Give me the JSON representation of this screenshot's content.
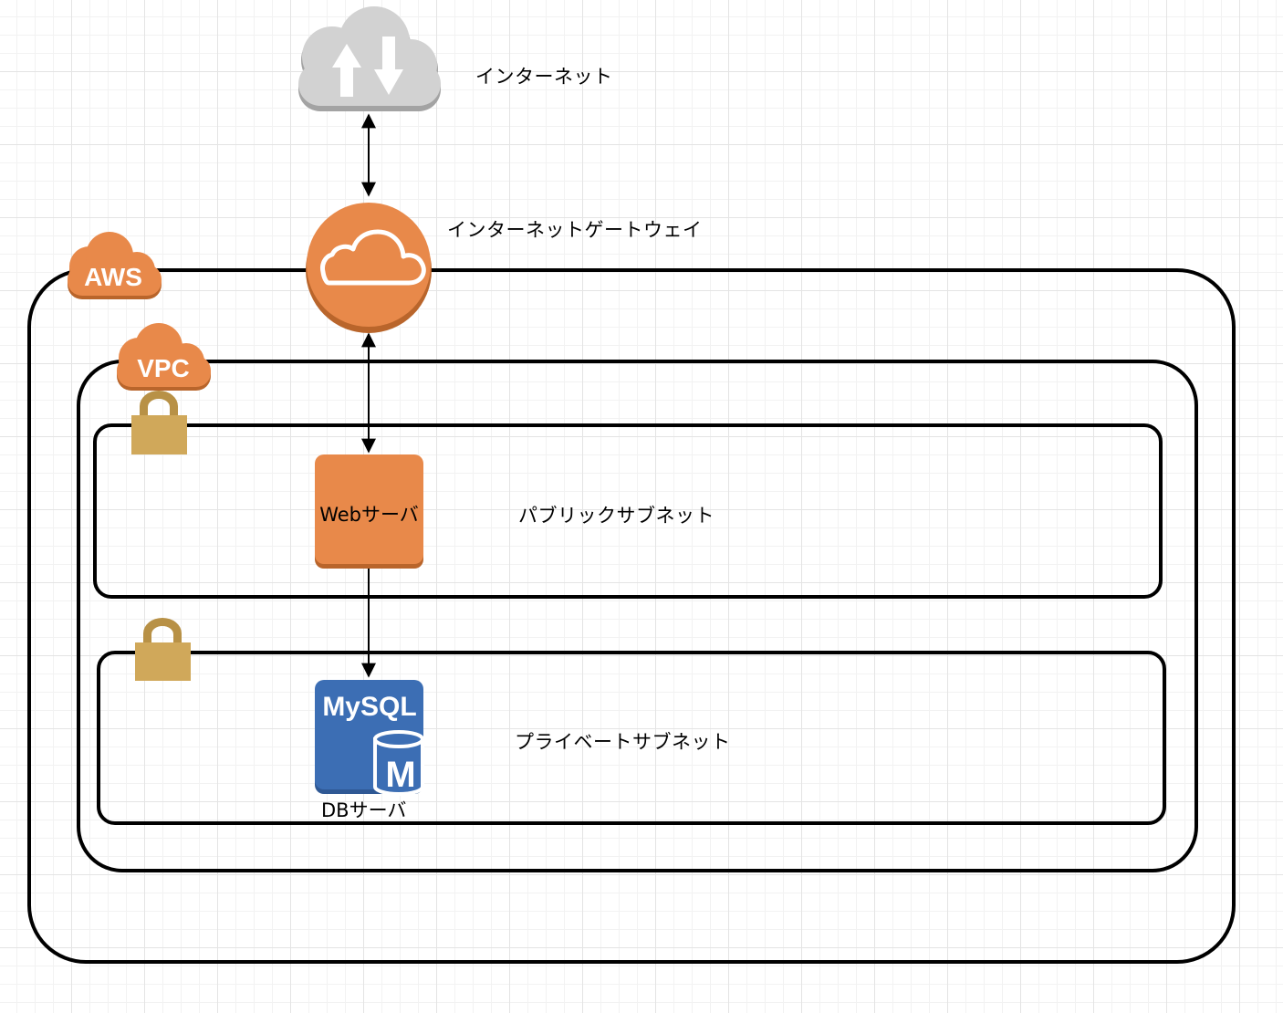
{
  "colors": {
    "aws_orange": "#E8894A",
    "aws_orange_dark": "#B9652B",
    "mysql_blue": "#3C6EB4",
    "lock_gold": "#D0A85A",
    "cloud_gray": "#D2D2D2",
    "border": "#000000"
  },
  "diagram": {
    "internet": {
      "label": "インターネット",
      "icon": "internet-cloud-icon"
    },
    "gateway": {
      "label": "インターネットゲートウェイ",
      "icon": "internet-gateway-icon"
    },
    "aws_group": {
      "label": "AWS",
      "icon": "aws-cloud-badge"
    },
    "vpc_group": {
      "label": "VPC",
      "icon": "vpc-cloud-badge"
    },
    "public_subnet": {
      "label": "パブリックサブネット",
      "icon": "lock-icon"
    },
    "private_subnet": {
      "label": "プライベートサブネット",
      "icon": "lock-icon"
    },
    "web_server": {
      "label": "Webサーバ",
      "icon": "ec2-instance-icon"
    },
    "db_server": {
      "label": "DBサーバ",
      "icon": "mysql-db-icon",
      "title": "MySQL",
      "badge": "M"
    }
  }
}
